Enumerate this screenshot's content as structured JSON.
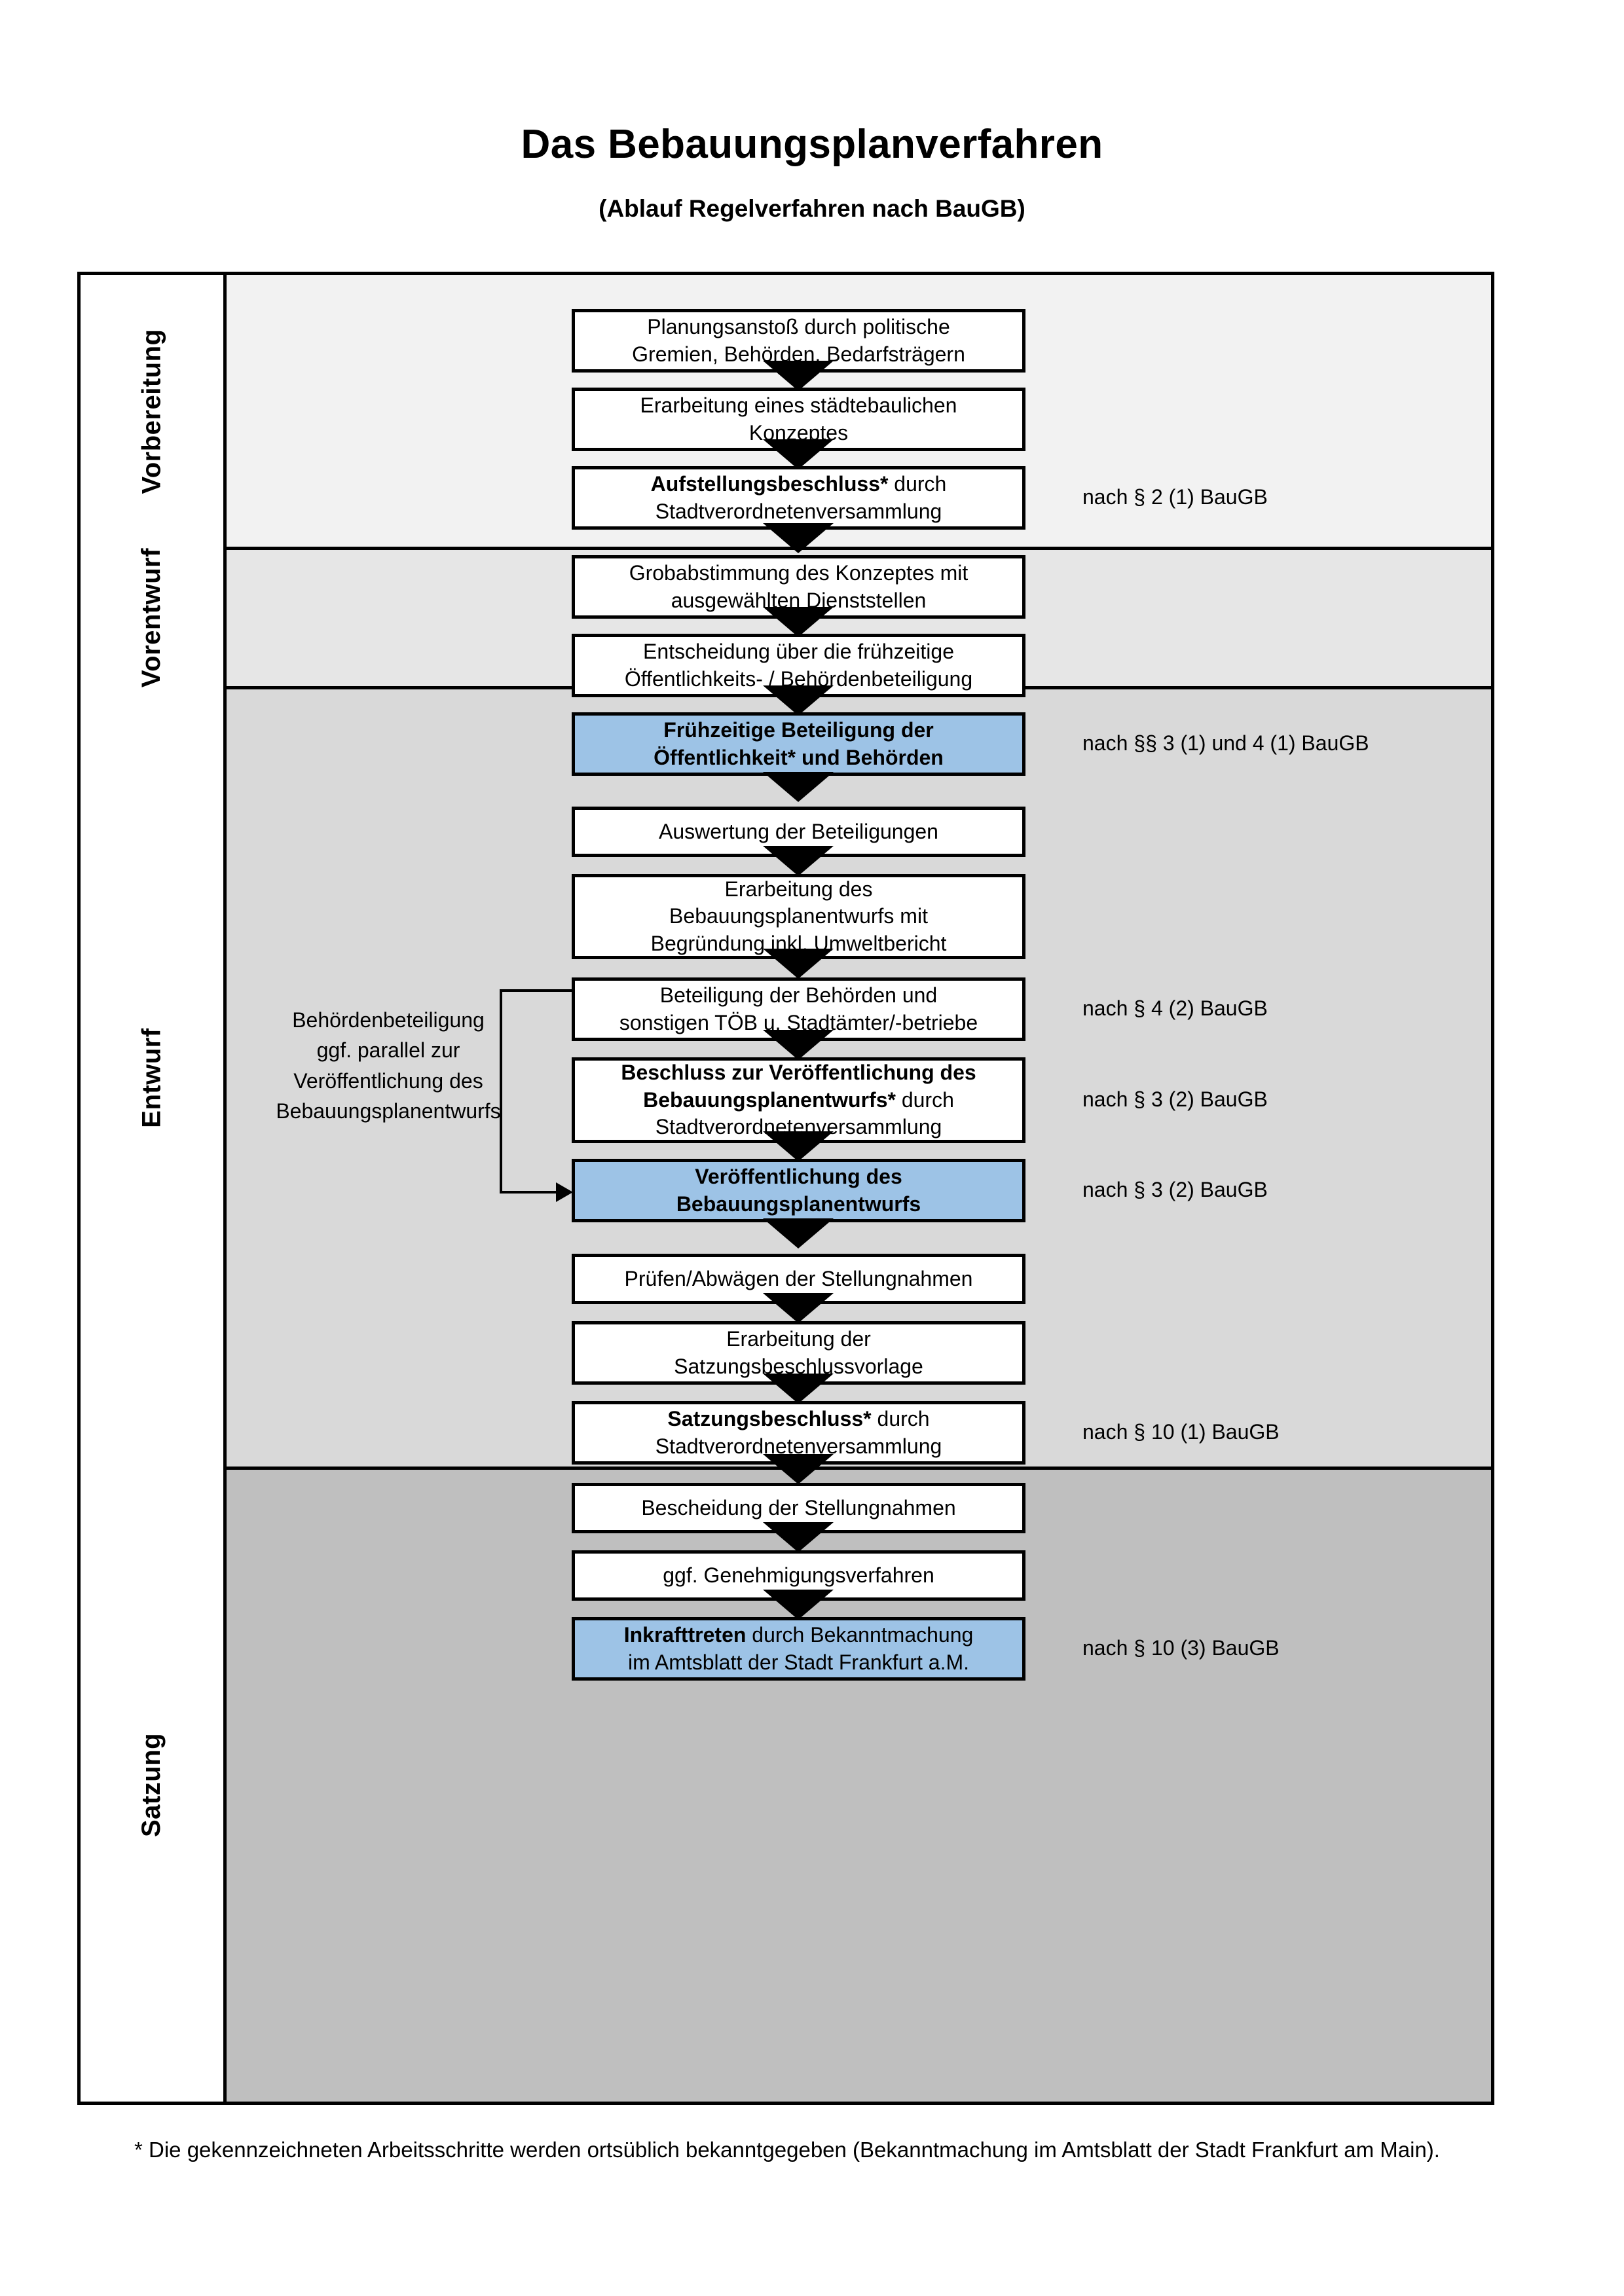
{
  "title": {
    "main": "Das Bebauungsplanverfahren",
    "sub": "(Ablauf Regelverfahren nach BauGB)"
  },
  "phases": [
    {
      "label": "Vorbereitung",
      "bg": "#f2f2f2"
    },
    {
      "label": "Vorentwurf",
      "bg": "#e6e6e6"
    },
    {
      "label": "Entwurf",
      "bg": "#d9d9d9"
    },
    {
      "label": "Satzung",
      "bg": "#bfbfbf"
    }
  ],
  "colors": {
    "highlight_blue": "#9dc3e6",
    "box_border": "#000000",
    "box_fill": "#ffffff"
  },
  "steps": [
    {
      "id": "planungsanstoss",
      "phase": "Vorbereitung",
      "highlight": false,
      "lines": [
        {
          "text": "Planungsanstoß durch politische",
          "bold": false
        },
        {
          "text": "Gremien, Behörden, Bedarfsträgern",
          "bold": false
        }
      ]
    },
    {
      "id": "staedtebauliches-konzept",
      "phase": "Vorbereitung",
      "highlight": false,
      "lines": [
        {
          "text": "Erarbeitung eines städtebaulichen",
          "bold": false
        },
        {
          "text": "Konzeptes",
          "bold": false
        }
      ]
    },
    {
      "id": "aufstellungsbeschluss",
      "phase": "Vorbereitung",
      "highlight": false,
      "lines": [
        {
          "text": "Aufstellungsbeschluss*",
          "bold": true
        },
        {
          "text": " durch",
          "bold": false
        },
        {
          "text": "Stadtverordnetenversammlung",
          "bold": false
        }
      ]
    },
    {
      "id": "grobabstimmung",
      "phase": "Vorentwurf",
      "highlight": false,
      "lines": [
        {
          "text": "Grobabstimmung des Konzeptes mit",
          "bold": false
        },
        {
          "text": "ausgewählten Dienststellen",
          "bold": false
        }
      ]
    },
    {
      "id": "entscheidung-fruehzeitige",
      "phase": "Vorentwurf",
      "highlight": false,
      "lines": [
        {
          "text": "Entscheidung über die frühzeitige",
          "bold": false
        },
        {
          "text": "Öffentlichkeits- / Behördenbeteiligung",
          "bold": false
        }
      ]
    },
    {
      "id": "fruehzeitige-beteiligung",
      "phase": "Vorentwurf",
      "highlight": true,
      "lines": [
        {
          "text": "Frühzeitige Beteiligung der",
          "bold": true
        },
        {
          "text": "Öffentlichkeit* und Behörden",
          "bold": true
        }
      ]
    },
    {
      "id": "auswertung-beteiligungen",
      "phase": "Entwurf",
      "highlight": false,
      "lines": [
        {
          "text": "Auswertung der Beteiligungen",
          "bold": false
        }
      ]
    },
    {
      "id": "erarbeitung-bplan-entwurf",
      "phase": "Entwurf",
      "highlight": false,
      "lines": [
        {
          "text": "Erarbeitung des",
          "bold": false
        },
        {
          "text": "Bebauungsplanentwurfs mit",
          "bold": false
        },
        {
          "text": "Begründung inkl. Umweltbericht",
          "bold": false
        }
      ]
    },
    {
      "id": "beteiligung-behoerden-toeb",
      "phase": "Entwurf",
      "highlight": false,
      "lines": [
        {
          "text": "Beteiligung der Behörden und",
          "bold": false
        },
        {
          "text": "sonstigen TÖB u. Stadtämter/-betriebe",
          "bold": false
        }
      ]
    },
    {
      "id": "beschluss-veroeffentlichung",
      "phase": "Entwurf",
      "highlight": false,
      "lines": [
        {
          "text": "Beschluss zur Veröffentlichung des",
          "bold": true
        },
        {
          "text": "Bebauungsplanentwurfs*",
          "bold": true
        },
        {
          "text": " durch",
          "bold": false
        },
        {
          "text": "Stadtverordnetenversammlung",
          "bold": false
        }
      ]
    },
    {
      "id": "veroeffentlichung-bplan-entwurf",
      "phase": "Entwurf",
      "highlight": true,
      "lines": [
        {
          "text": "Veröffentlichung des",
          "bold": true
        },
        {
          "text": "Bebauungsplanentwurfs",
          "bold": true
        }
      ]
    },
    {
      "id": "pruefen-abwaegen",
      "phase": "Satzung",
      "highlight": false,
      "lines": [
        {
          "text": "Prüfen/Abwägen der Stellungnahmen",
          "bold": false
        }
      ]
    },
    {
      "id": "satzungsbeschlussvorlage",
      "phase": "Satzung",
      "highlight": false,
      "lines": [
        {
          "text": "Erarbeitung der",
          "bold": false
        },
        {
          "text": "Satzungsbeschlussvorlage",
          "bold": false
        }
      ]
    },
    {
      "id": "satzungsbeschluss",
      "phase": "Satzung",
      "highlight": false,
      "lines": [
        {
          "text": "Satzungsbeschluss*",
          "bold": true
        },
        {
          "text": " durch",
          "bold": false
        },
        {
          "text": "Stadtverordnetenversammlung",
          "bold": false
        }
      ]
    },
    {
      "id": "bescheidung-stellungnahmen",
      "phase": "Satzung",
      "highlight": false,
      "lines": [
        {
          "text": "Bescheidung der Stellungnahmen",
          "bold": false
        }
      ]
    },
    {
      "id": "genehmigungsverfahren",
      "phase": "Satzung",
      "highlight": false,
      "lines": [
        {
          "text": "ggf. Genehmigungsverfahren",
          "bold": false
        }
      ]
    },
    {
      "id": "inkrafttreten",
      "phase": "Satzung",
      "highlight": true,
      "lines": [
        {
          "text": "Inkrafttreten",
          "bold": true
        },
        {
          "text": " durch Bekanntmachung",
          "bold": false
        },
        {
          "text": "im Amtsblatt der Stadt Frankfurt a.M.",
          "bold": false
        }
      ]
    }
  ],
  "legal_refs": [
    {
      "for": "aufstellungsbeschluss",
      "text": "nach § 2 (1) BauGB"
    },
    {
      "for": "fruehzeitige-beteiligung",
      "text": "nach §§ 3 (1) und 4 (1) BauGB"
    },
    {
      "for": "beteiligung-behoerden-toeb",
      "text": "nach § 4 (2) BauGB"
    },
    {
      "for": "beschluss-veroeffentlichung",
      "text": "nach § 3 (2) BauGB"
    },
    {
      "for": "veroeffentlichung-bplan-entwurf",
      "text": "nach § 3 (2) BauGB"
    },
    {
      "for": "satzungsbeschluss",
      "text": "nach § 10 (1) BauGB"
    },
    {
      "for": "inkrafttreten",
      "text": "nach § 10 (3) BauGB"
    }
  ],
  "side_note": {
    "lines": [
      "Behördenbeteiligung",
      "ggf. parallel zur",
      "Veröffentlichung des",
      "Bebauungsplanentwurfs"
    ]
  },
  "footnote": "* Die gekennzeichneten Arbeitsschritte werden ortsüblich bekanntgegeben (Bekanntmachung im Amtsblatt  der Stadt Frankfurt am Main)."
}
